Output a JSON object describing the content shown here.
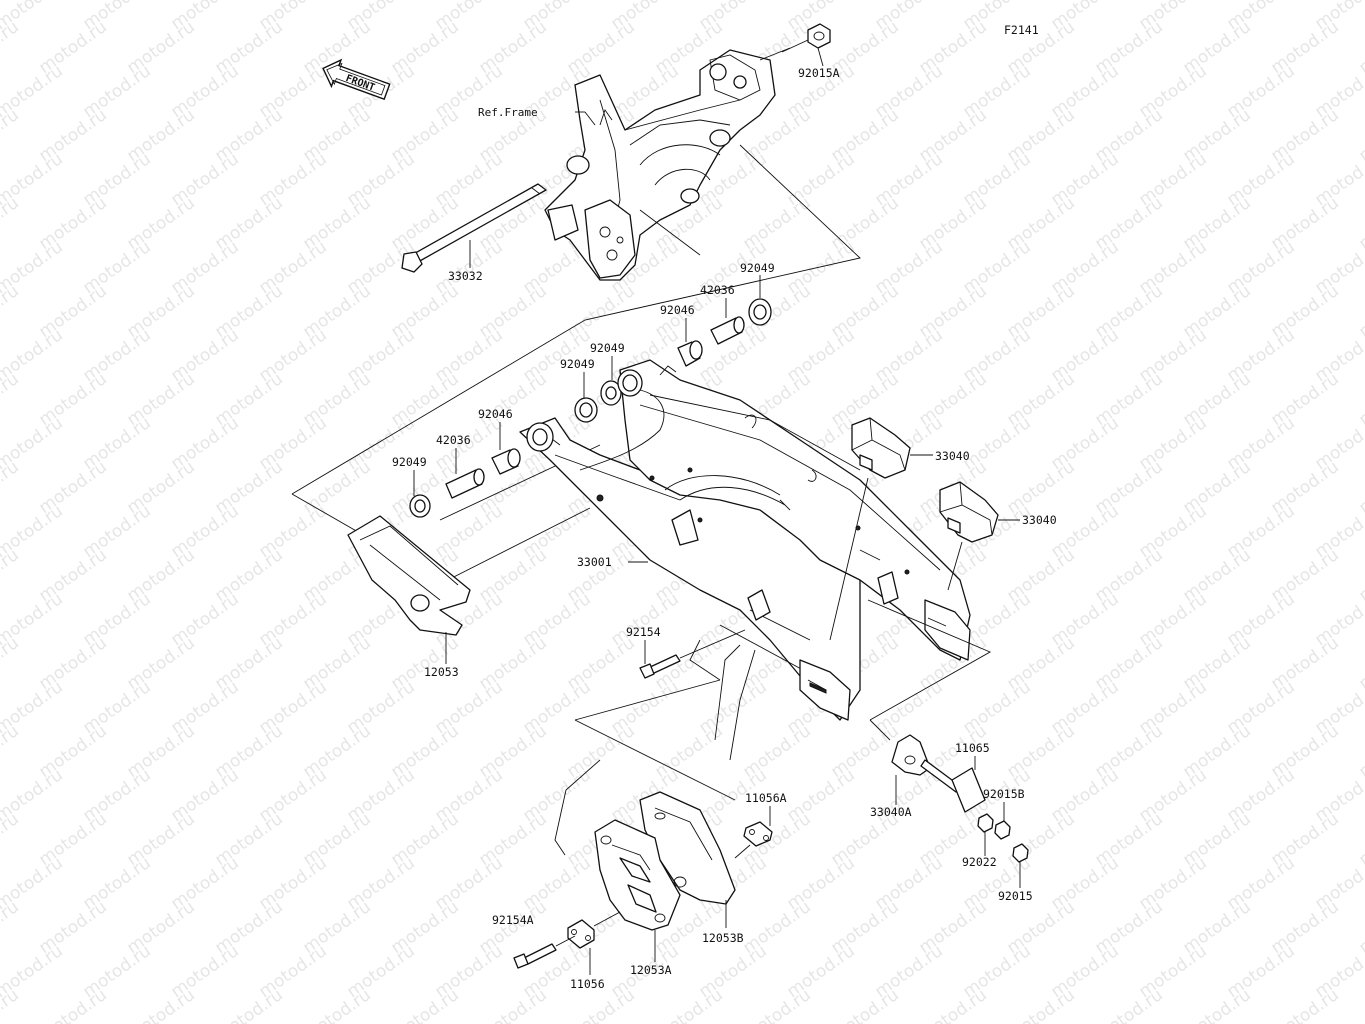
{
  "diagram_code": "F2141",
  "watermark_text": "motod.ru",
  "front_label": "FRONT",
  "ref_frame_label": "Ref.Frame",
  "parts": {
    "p92015A": "92015A",
    "p33032": "33032",
    "p92049_a": "92049",
    "p42036_a": "42036",
    "p92046_a": "92046",
    "p92049_b": "92049",
    "p92049_c": "92049",
    "p92046_b": "92046",
    "p42036_b": "42036",
    "p92049_d": "92049",
    "p33040_a": "33040",
    "p33040_b": "33040",
    "p33001": "33001",
    "p12053": "12053",
    "p92154": "92154",
    "p11065": "11065",
    "p92015B": "92015B",
    "p33040A": "33040A",
    "p92022": "92022",
    "p92015": "92015",
    "p11056A": "11056A",
    "p12053B": "12053B",
    "p92154A": "92154A",
    "p11056": "11056",
    "p12053A": "12053A"
  }
}
